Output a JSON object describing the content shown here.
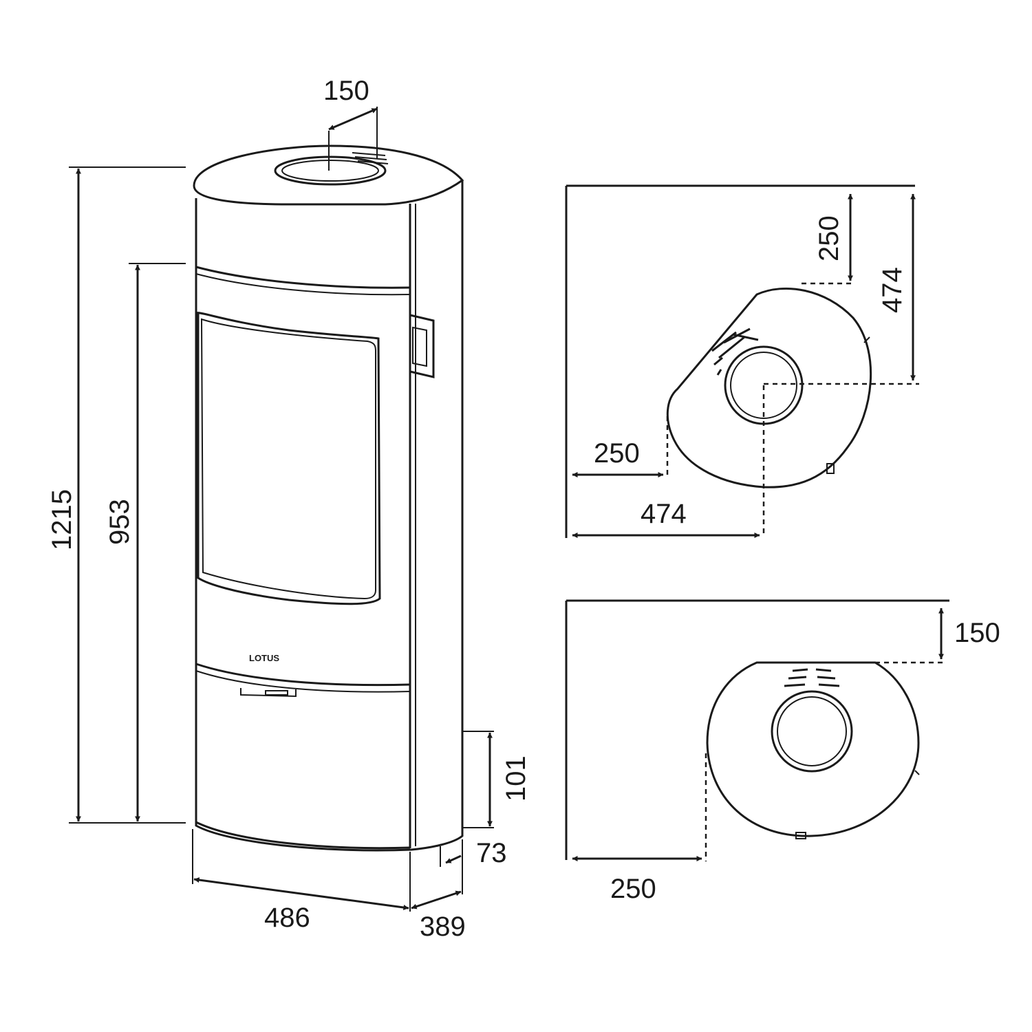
{
  "logo_text": "LOTUS",
  "front_view": {
    "flue_diameter": "150",
    "total_height": "1215",
    "flue_center_height": "953",
    "side_offset_height": "101",
    "side_offset_depth": "73",
    "width": "486",
    "depth": "389"
  },
  "corner_plan": {
    "wall_clearance_back": "250",
    "wall_to_center_back": "474",
    "wall_clearance_side": "250",
    "wall_to_center_side": "474"
  },
  "wall_plan": {
    "back_wall_clearance": "150",
    "side_wall_clearance": "250"
  }
}
